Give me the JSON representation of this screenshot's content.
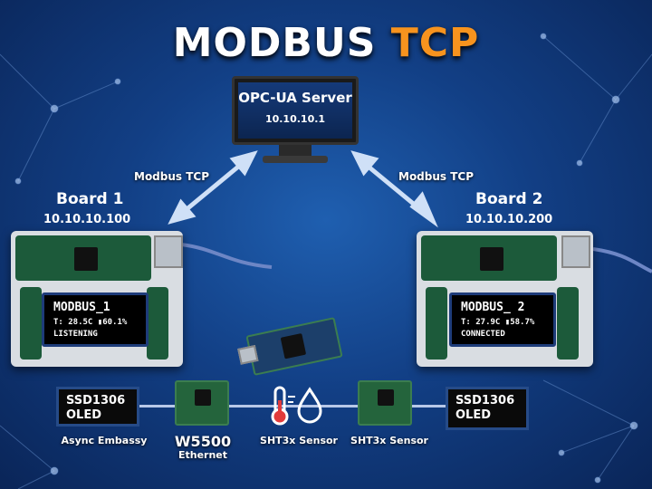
{
  "title": {
    "main": "MODBUS",
    "accent": "TCP"
  },
  "server": {
    "name": "OPC-UA Server",
    "ip": "10.10.10.1"
  },
  "links": {
    "left": "Modbus TCP",
    "right": "Modbus TCP"
  },
  "boards": [
    {
      "name": "Board 1",
      "ip": "10.10.10.100",
      "oled": {
        "id": "MODBUS_1",
        "temp": "T: 28.5C",
        "hum": "60.1%",
        "status": "LISTENING"
      }
    },
    {
      "name": "Board 2",
      "ip": "10.10.10.200",
      "oled": {
        "id": "MODBUS_ 2",
        "temp": "T: 27.9C",
        "hum": "58.7%",
        "status": "CONNECTED"
      }
    }
  ],
  "components": [
    {
      "label": "SSD1306\nOLED",
      "caption": "Async Embassy"
    },
    {
      "caption": "W5500",
      "sub": "Ethernet"
    },
    {
      "caption": "SHT3x Sensor"
    },
    {
      "caption": "SHT3x Sensor"
    },
    {
      "label": "SSD1306\nOLED"
    }
  ],
  "oled_l1": "SSD1306",
  "oled_l2": "OLED",
  "colors": {
    "accent": "#f7931e",
    "background": "#123f85"
  }
}
